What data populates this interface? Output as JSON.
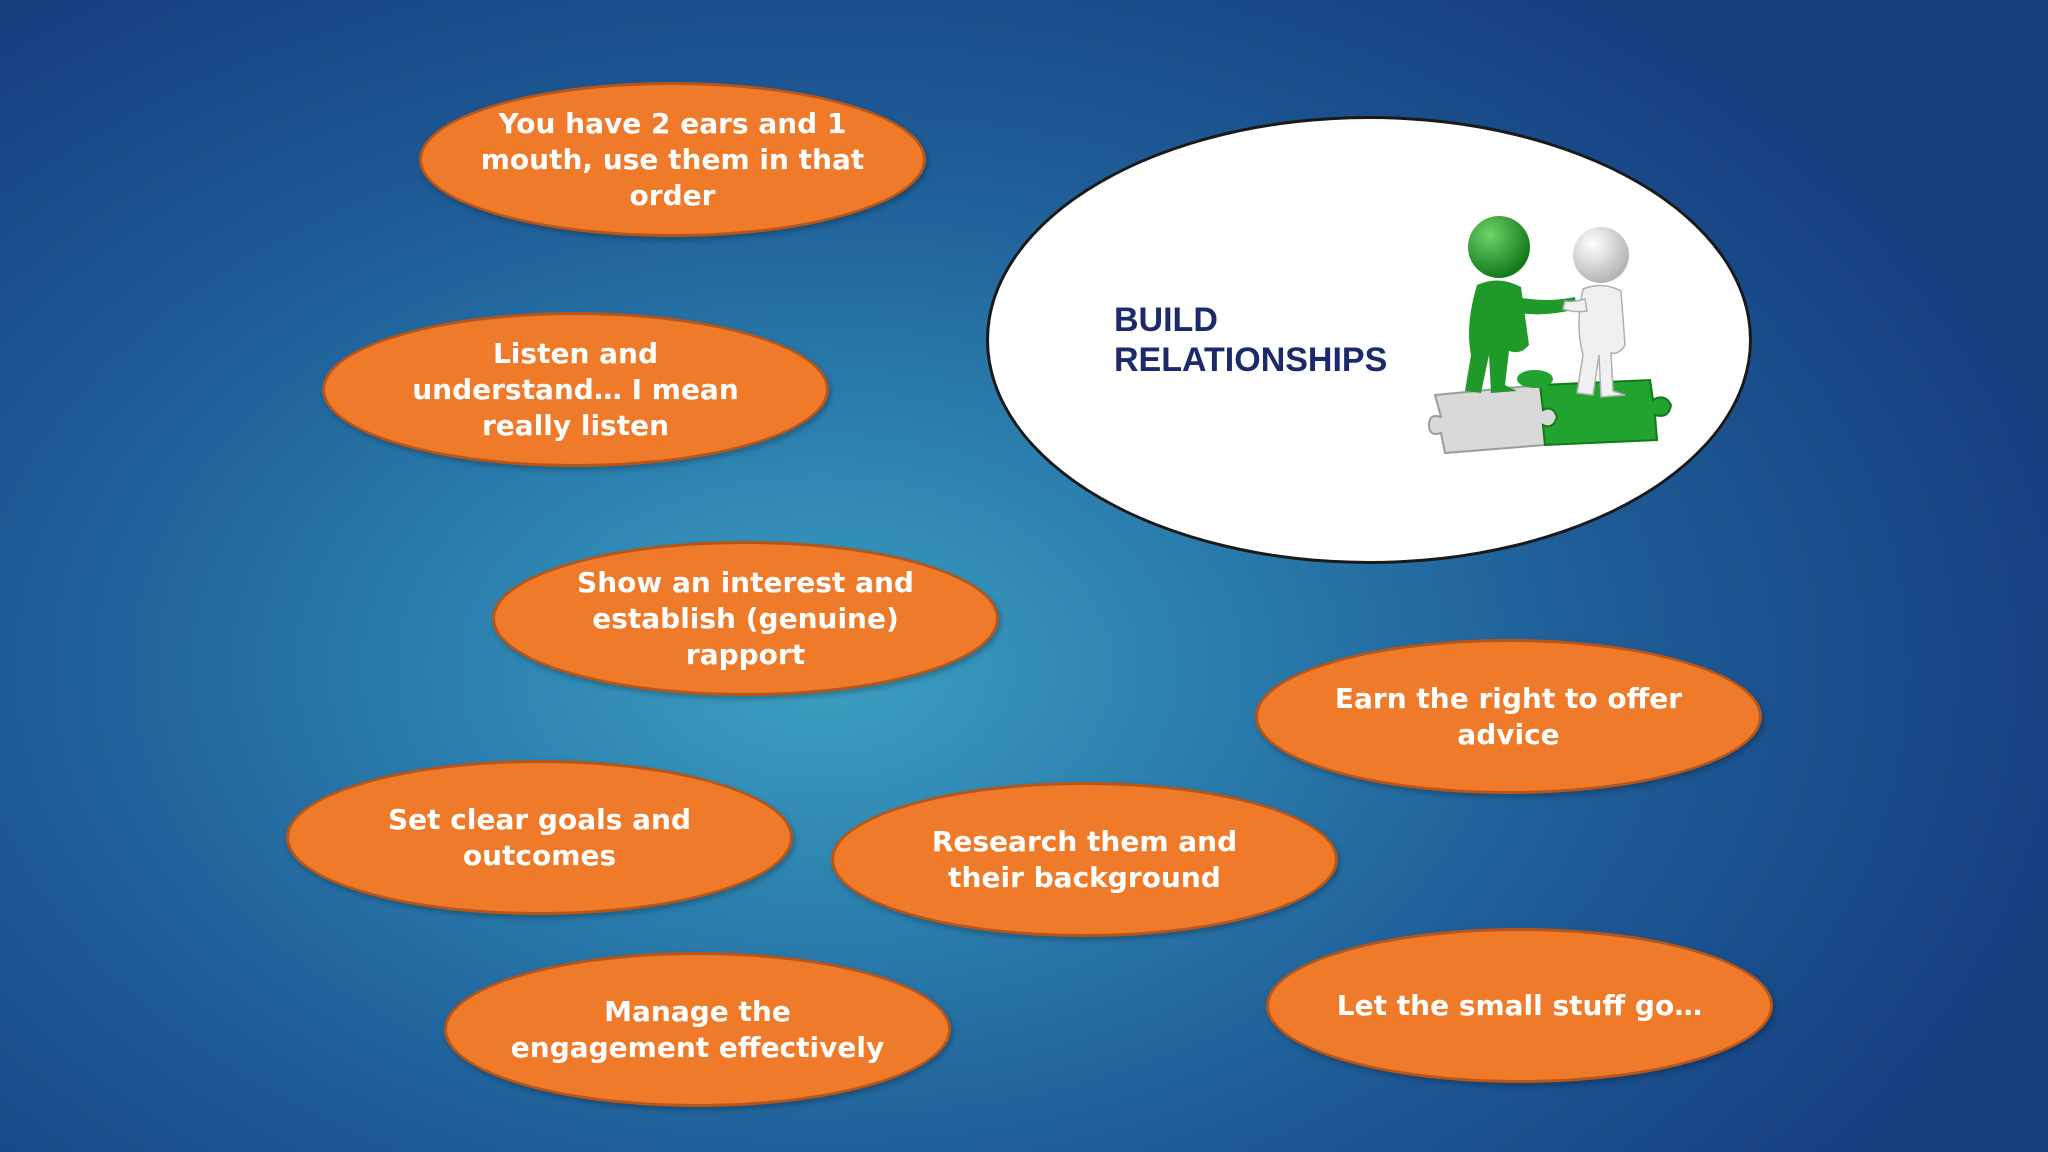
{
  "diagram": {
    "center": {
      "title": "BUILD\nRELATIONSHIPS",
      "icon": "handshake-puzzle-figures-icon"
    },
    "bubbles": [
      {
        "id": "ears",
        "text": "You have 2 ears and 1\nmouth, use them in that\norder"
      },
      {
        "id": "listen",
        "text": "Listen and\nunderstand… I mean\nreally listen"
      },
      {
        "id": "interest",
        "text": "Show an interest and\nestablish (genuine)\nrapport"
      },
      {
        "id": "goals",
        "text": "Set clear goals and\noutcomes"
      },
      {
        "id": "research",
        "text": "Research them and\ntheir background"
      },
      {
        "id": "manage",
        "text": "Manage the\nengagement effectively"
      },
      {
        "id": "earn",
        "text": "Earn the right to offer\nadvice"
      },
      {
        "id": "small",
        "text": "Let the small stuff go…"
      }
    ],
    "colors": {
      "bubble_fill": "#ef7a29",
      "bubble_border": "#b8561a",
      "bubble_text": "#ffffff",
      "title_text": "#1c2a6b",
      "figure_green": "#1f9a2a",
      "figure_white": "#f2f2f2",
      "background": "#2b7fae"
    }
  }
}
